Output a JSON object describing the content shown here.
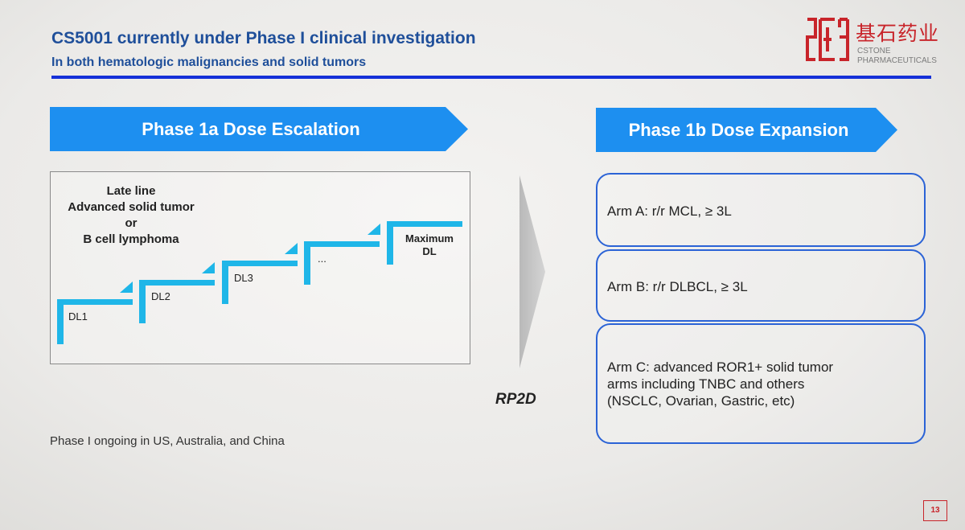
{
  "header": {
    "title": "CS5001 currently under Phase I clinical investigation",
    "subtitle": "In both hematologic malignancies and solid tumors"
  },
  "logo": {
    "chinese_name": "基石药业",
    "english_line1": "CSTONE",
    "english_line2": "PHARMACEUTICALS",
    "brand_color": "#c8242a"
  },
  "phase1a": {
    "banner_label": "Phase 1a Dose Escalation",
    "population_lines": [
      "Late line",
      "Advanced solid tumor",
      "or",
      "B cell lymphoma"
    ],
    "dose_levels": [
      "DL1",
      "DL2",
      "DL3",
      "..."
    ],
    "max_label_lines": [
      "Maximum",
      "DL"
    ]
  },
  "transition": {
    "label": "RP2D"
  },
  "phase1b": {
    "banner_label": "Phase 1b Dose Expansion",
    "arms": [
      {
        "lines": [
          "Arm A:  r/r MCL, ≥ 3L"
        ]
      },
      {
        "lines": [
          "Arm B:  r/r DLBCL, ≥ 3L"
        ]
      },
      {
        "lines": [
          "Arm C:  advanced ROR1+ solid tumor",
          "arms including TNBC and others",
          "(NSCLC, Ovarian, Gastric, etc)"
        ]
      }
    ]
  },
  "footnote": "Phase I ongoing in US, Australia, and China",
  "page_number": "13",
  "colors": {
    "title_blue": "#1f4f9a",
    "rule_blue": "#1530d8",
    "banner_blue": "#1d8ff0",
    "step_cyan": "#1fb6e8",
    "arm_border": "#2b63d6"
  }
}
